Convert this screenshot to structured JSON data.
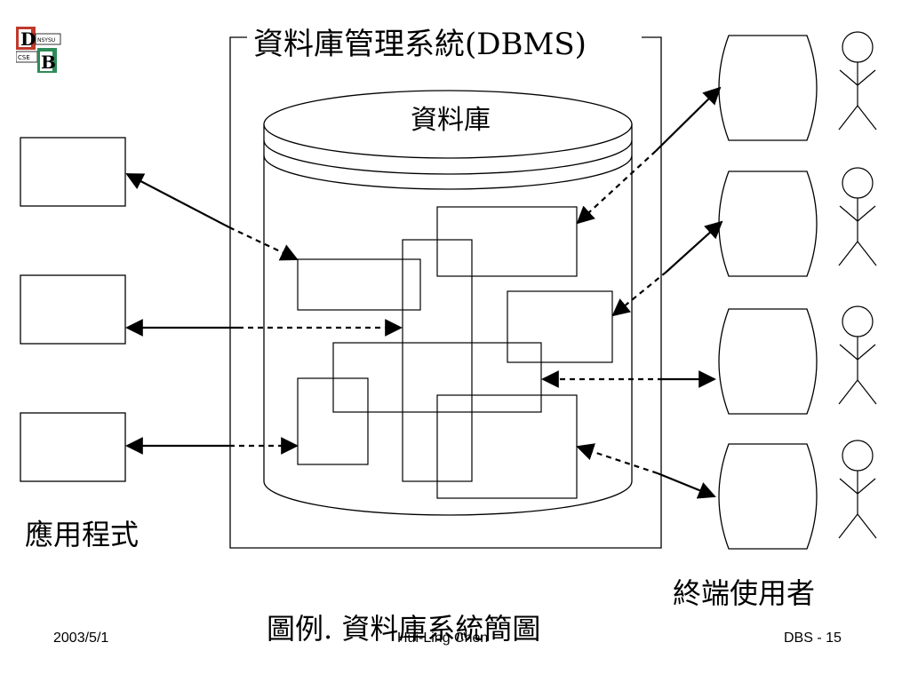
{
  "logo": {
    "letters": [
      "D",
      "B"
    ],
    "tag_top": "NSYSU",
    "tag_left": "CSE"
  },
  "diagram": {
    "dbms_title": "資料庫管理系統(DBMS)",
    "database_label": "資料庫",
    "applications_label": "應用程式",
    "end_users_label": "終端使用者",
    "caption": "圖例.  資料庫系統簡圖"
  },
  "footer": {
    "date": "2003/5/1",
    "author": "Hui-Ling Chen",
    "page": "DBS - 15"
  }
}
